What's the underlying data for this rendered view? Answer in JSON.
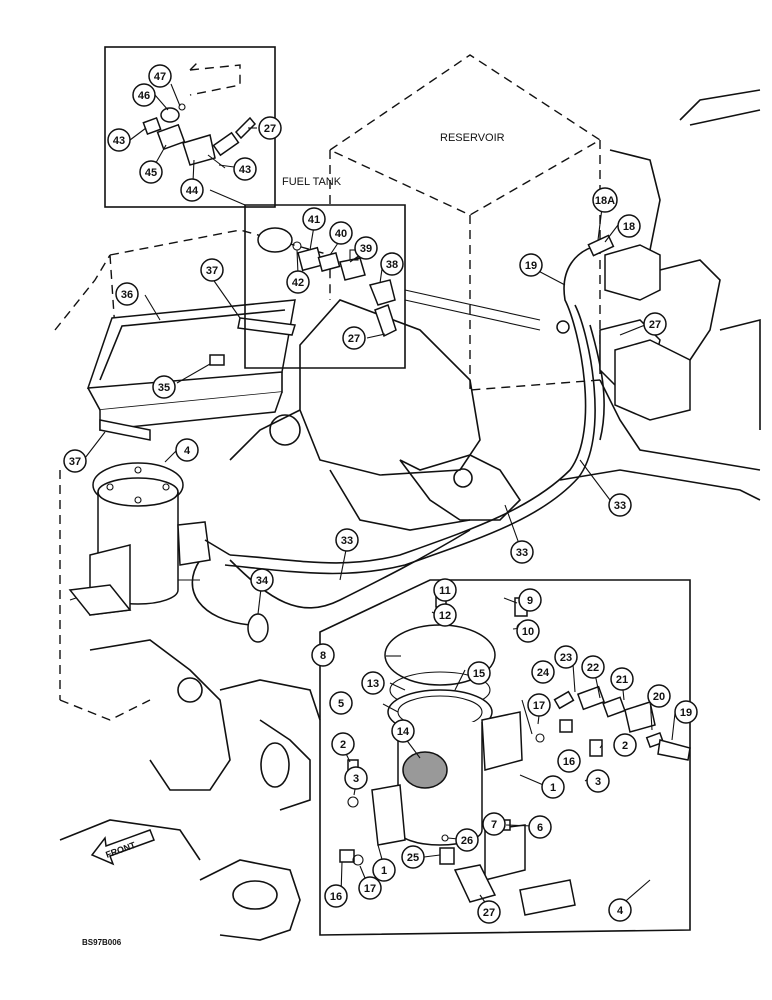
{
  "labels": {
    "reservoir": "RESERVOIR",
    "fuel_tank": "FUEL TANK",
    "front": "FRONT",
    "drawing_code": "BS97B006"
  },
  "callouts": [
    {
      "id": "c47",
      "num": "47"
    },
    {
      "id": "c46",
      "num": "46"
    },
    {
      "id": "c43a",
      "num": "43"
    },
    {
      "id": "c45",
      "num": "45"
    },
    {
      "id": "c44",
      "num": "44"
    },
    {
      "id": "c43b",
      "num": "43"
    },
    {
      "id": "c27a",
      "num": "27"
    },
    {
      "id": "c41",
      "num": "41"
    },
    {
      "id": "c40",
      "num": "40"
    },
    {
      "id": "c39",
      "num": "39"
    },
    {
      "id": "c42",
      "num": "42"
    },
    {
      "id": "c38",
      "num": "38"
    },
    {
      "id": "c27b",
      "num": "27"
    },
    {
      "id": "c18a",
      "num": "18A"
    },
    {
      "id": "c18",
      "num": "18"
    },
    {
      "id": "c19a",
      "num": "19"
    },
    {
      "id": "c27c",
      "num": "27"
    },
    {
      "id": "c36",
      "num": "36"
    },
    {
      "id": "c37a",
      "num": "37"
    },
    {
      "id": "c35",
      "num": "35"
    },
    {
      "id": "c37b",
      "num": "37"
    },
    {
      "id": "c4a",
      "num": "4"
    },
    {
      "id": "c33a",
      "num": "33"
    },
    {
      "id": "c33b",
      "num": "33"
    },
    {
      "id": "c33c",
      "num": "33"
    },
    {
      "id": "c34",
      "num": "34"
    },
    {
      "id": "c11",
      "num": "11"
    },
    {
      "id": "c9",
      "num": "9"
    },
    {
      "id": "c12",
      "num": "12"
    },
    {
      "id": "c10",
      "num": "10"
    },
    {
      "id": "c8",
      "num": "8"
    },
    {
      "id": "c24",
      "num": "24"
    },
    {
      "id": "c23",
      "num": "23"
    },
    {
      "id": "c22",
      "num": "22"
    },
    {
      "id": "c21",
      "num": "21"
    },
    {
      "id": "c20",
      "num": "20"
    },
    {
      "id": "c19b",
      "num": "19"
    },
    {
      "id": "c13",
      "num": "13"
    },
    {
      "id": "c15",
      "num": "15"
    },
    {
      "id": "c5",
      "num": "5"
    },
    {
      "id": "c17a",
      "num": "17"
    },
    {
      "id": "c14",
      "num": "14"
    },
    {
      "id": "c2a",
      "num": "2"
    },
    {
      "id": "c2b",
      "num": "2"
    },
    {
      "id": "c16a",
      "num": "16"
    },
    {
      "id": "c3a",
      "num": "3"
    },
    {
      "id": "c3b",
      "num": "3"
    },
    {
      "id": "c1a",
      "num": "1"
    },
    {
      "id": "c7",
      "num": "7"
    },
    {
      "id": "c6",
      "num": "6"
    },
    {
      "id": "c26",
      "num": "26"
    },
    {
      "id": "c25",
      "num": "25"
    },
    {
      "id": "c1b",
      "num": "1"
    },
    {
      "id": "c16b",
      "num": "16"
    },
    {
      "id": "c17b",
      "num": "17"
    },
    {
      "id": "c27d",
      "num": "27"
    },
    {
      "id": "c4b",
      "num": "4"
    }
  ]
}
